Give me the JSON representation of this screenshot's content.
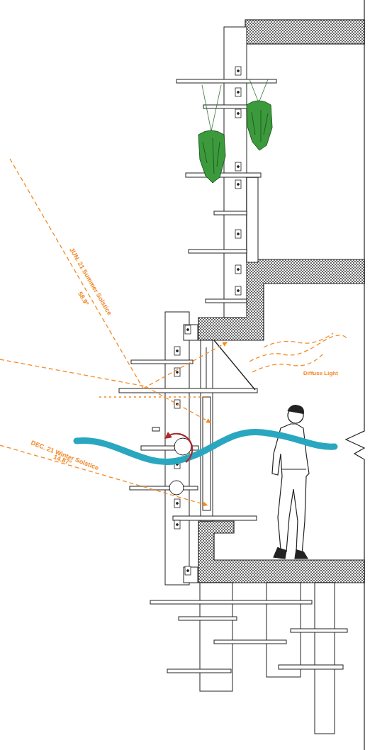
{
  "diagram": {
    "labels": [
      "JUN. 21 Summer Solstice",
      "58.9°",
      "DEC. 21 Winter Solstice",
      "14.87°",
      "Diffuse Light"
    ]
  }
}
